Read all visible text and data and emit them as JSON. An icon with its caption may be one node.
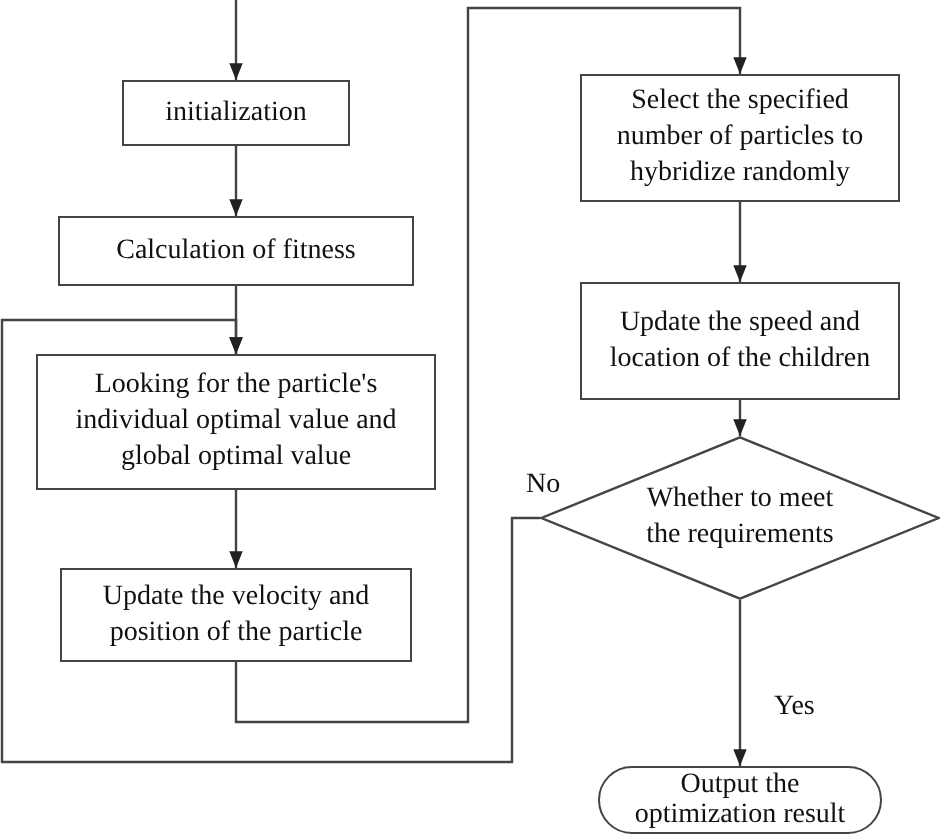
{
  "diagram": {
    "nodes": [
      {
        "text": [
          "initialization"
        ]
      },
      {
        "text": [
          "Calculation of fitness"
        ]
      },
      {
        "text": [
          "Looking for the particle's individual optimal value and global optimal value"
        ]
      },
      {
        "text": [
          "Update the velocity and position of the particle"
        ]
      },
      {
        "text": [
          "Select the specified number of particles to hybridize randomly"
        ]
      },
      {
        "text": [
          "Update the speed and location of the children"
        ]
      },
      {
        "text": [
          "Whether to meet the requirements"
        ]
      },
      {
        "text": [
          "Output the optimization result"
        ]
      }
    ],
    "edges": [
      {
        "from": null,
        "to": 0,
        "arrow": "to"
      },
      {
        "from": 0,
        "to": 1,
        "arrow": "to"
      },
      {
        "from": 1,
        "to": 2,
        "arrow": "to"
      },
      {
        "from": 2,
        "to": 3,
        "arrow": "to"
      },
      {
        "from": 3,
        "to": 4,
        "arrow": "to"
      },
      {
        "from": 4,
        "to": 5,
        "arrow": "to"
      },
      {
        "from": 5,
        "to": 6,
        "arrow": "to"
      },
      {
        "from": 6,
        "to": 7,
        "arrow": "to",
        "label": "Yes"
      },
      {
        "from": 6,
        "to": 2,
        "arrow": "to",
        "label": "No"
      }
    ]
  }
}
